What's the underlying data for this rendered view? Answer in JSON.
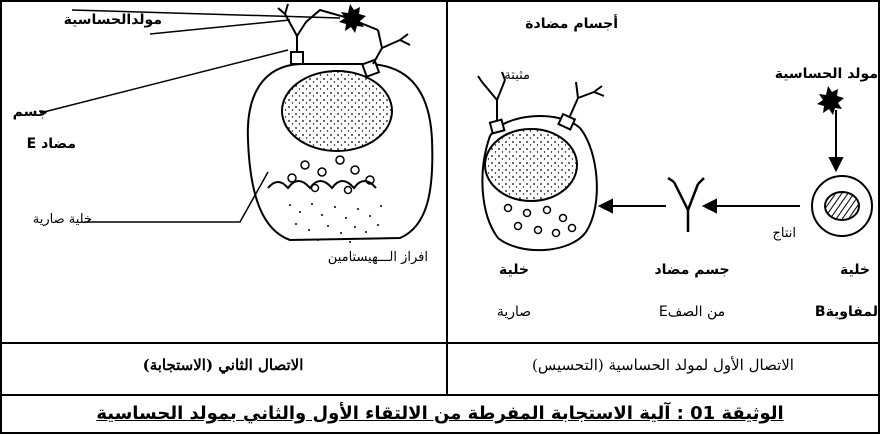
{
  "left_panel": {
    "labels": {
      "allergen": "مولدالحساسية",
      "antibody_line1": "جسم",
      "antibody_line2": "مضاد E",
      "mast_cell": "خلية صارية",
      "histamine": "افراز الـــهيستامين"
    },
    "caption": "الاتصال الثاني (الاستجابة)"
  },
  "right_panel": {
    "labels": {
      "antibodies": "أجسام مضادة",
      "fixed": "مثبتة",
      "allergen": "مولد الحساسية",
      "production": "انتاج",
      "b_cell_line1": "خلية",
      "b_cell_line2": "لمفاويةB",
      "antibody_line1": "جسم مضاد",
      "antibody_line2": "من الصفE",
      "mast_line1": "خلية",
      "mast_line2": "صارية"
    },
    "caption": "الاتصال الأول لمولد الحساسية (التحسيس)"
  },
  "title": "الوثيقة 01 : آلية الاستجابة المفرطة من الالتقاء الأول والثاني بمولد الحساسية"
}
